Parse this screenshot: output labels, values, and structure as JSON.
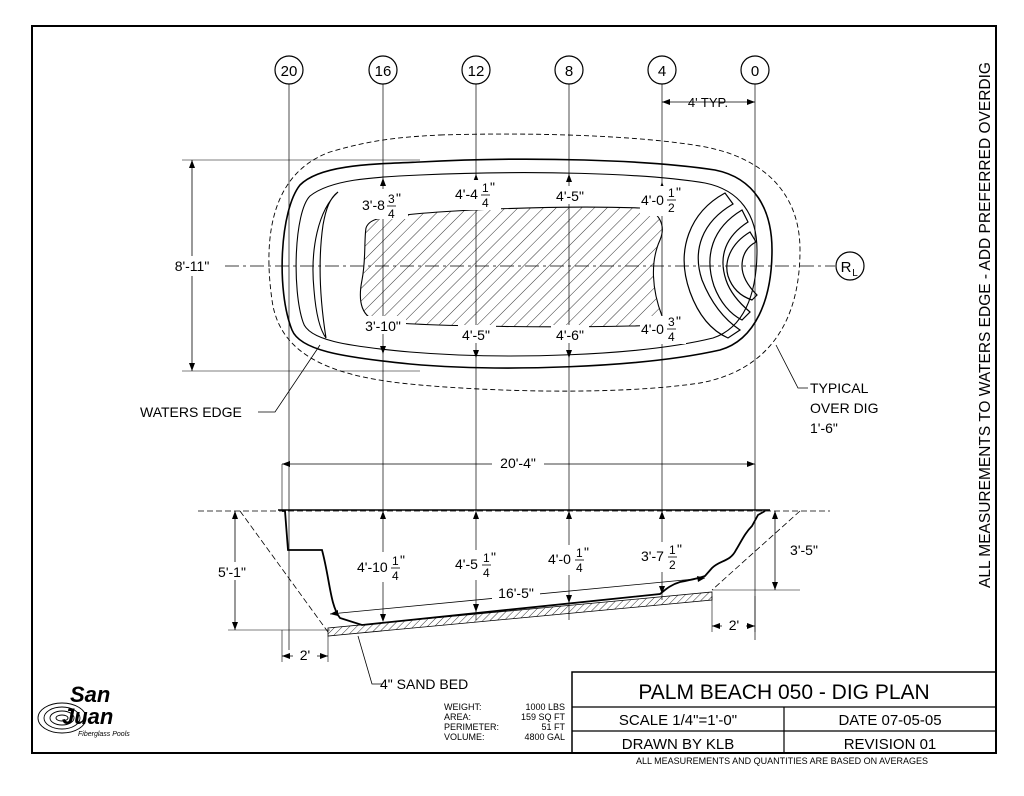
{
  "stations": [
    "20",
    "16",
    "12",
    "8",
    "4",
    "0"
  ],
  "centerline_label": "R",
  "centerline_sub": "L",
  "plan": {
    "typ_spacing": "4' TYP.",
    "overall_width": "8'-11\"",
    "waters_edge": "WATERS EDGE",
    "overdig_lines": [
      "TYPICAL",
      "OVER DIG",
      "1'-6\""
    ],
    "top_widths": [
      {
        "whole": "3'-8",
        "num": "3",
        "den": "4",
        "unit": "\""
      },
      {
        "whole": "4'-4",
        "num": "1",
        "den": "4",
        "unit": "\""
      },
      {
        "text": "4'-5\""
      },
      {
        "whole": "4'-0",
        "num": "1",
        "den": "2",
        "unit": "\""
      }
    ],
    "bottom_widths": [
      {
        "text": "3'-10\""
      },
      {
        "text": "4'-5\""
      },
      {
        "text": "4'-6\""
      },
      {
        "whole": "4'-0",
        "num": "3",
        "den": "4",
        "unit": "\""
      }
    ]
  },
  "section": {
    "overall_length": "20'-4\"",
    "deep_depth": "5'-1\"",
    "shallow_depth": "3'-5\"",
    "floor_length": "16'-5\"",
    "left_offset": "2'",
    "right_offset": "2'",
    "sand_bed": "4\" SAND BED",
    "depths": [
      {
        "whole": "4'-10",
        "num": "1",
        "den": "4",
        "unit": "\""
      },
      {
        "whole": "4'-5",
        "num": "1",
        "den": "4",
        "unit": "\""
      },
      {
        "whole": "4'-0",
        "num": "1",
        "den": "4",
        "unit": "\""
      },
      {
        "whole": "3'-7",
        "num": "1",
        "den": "2",
        "unit": "\""
      }
    ]
  },
  "side_note": "ALL MEASUREMENTS TO WATERS EDGE - ADD PREFERRED OVERDIG",
  "logo": {
    "line1": "San",
    "line2": "Juan",
    "tagline": "Fiberglass Pools"
  },
  "specs": [
    {
      "label": "WEIGHT:",
      "value": "1000 LBS"
    },
    {
      "label": "AREA:",
      "value": "159 SQ FT"
    },
    {
      "label": "PERIMETER:",
      "value": "51 FT"
    },
    {
      "label": "VOLUME:",
      "value": "4800 GAL"
    }
  ],
  "title_block": {
    "title": "PALM BEACH 050 - DIG PLAN",
    "scale": "SCALE 1/4\"=1'-0\"",
    "date": "DATE 07-05-05",
    "drawn_by": "DRAWN BY KLB",
    "revision": "REVISION 01",
    "footer": "ALL MEASUREMENTS AND QUANTITIES ARE BASED ON AVERAGES"
  }
}
